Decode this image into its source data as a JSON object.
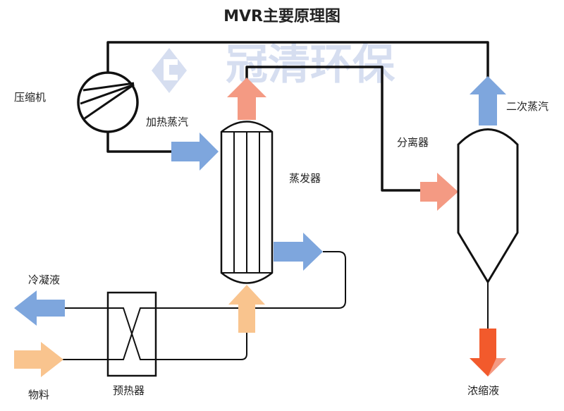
{
  "title": "MVR主要原理图",
  "watermark": {
    "text": "冠清环保"
  },
  "labels": {
    "compressor": "压缩机",
    "heating_steam": "加热蒸汽",
    "evaporator": "蒸发器",
    "separator": "分离器",
    "secondary_steam": "二次蒸汽",
    "condensate": "冷凝液",
    "material": "物料",
    "preheater": "预热器",
    "concentrate": "浓缩液"
  },
  "colors": {
    "steam_blue": "#7ea6dd",
    "hot_salmon": "#f49a83",
    "feed_orange": "#f9c48e",
    "concentrate_red": "#f25a2c",
    "watermark": "#c9d4ec"
  }
}
